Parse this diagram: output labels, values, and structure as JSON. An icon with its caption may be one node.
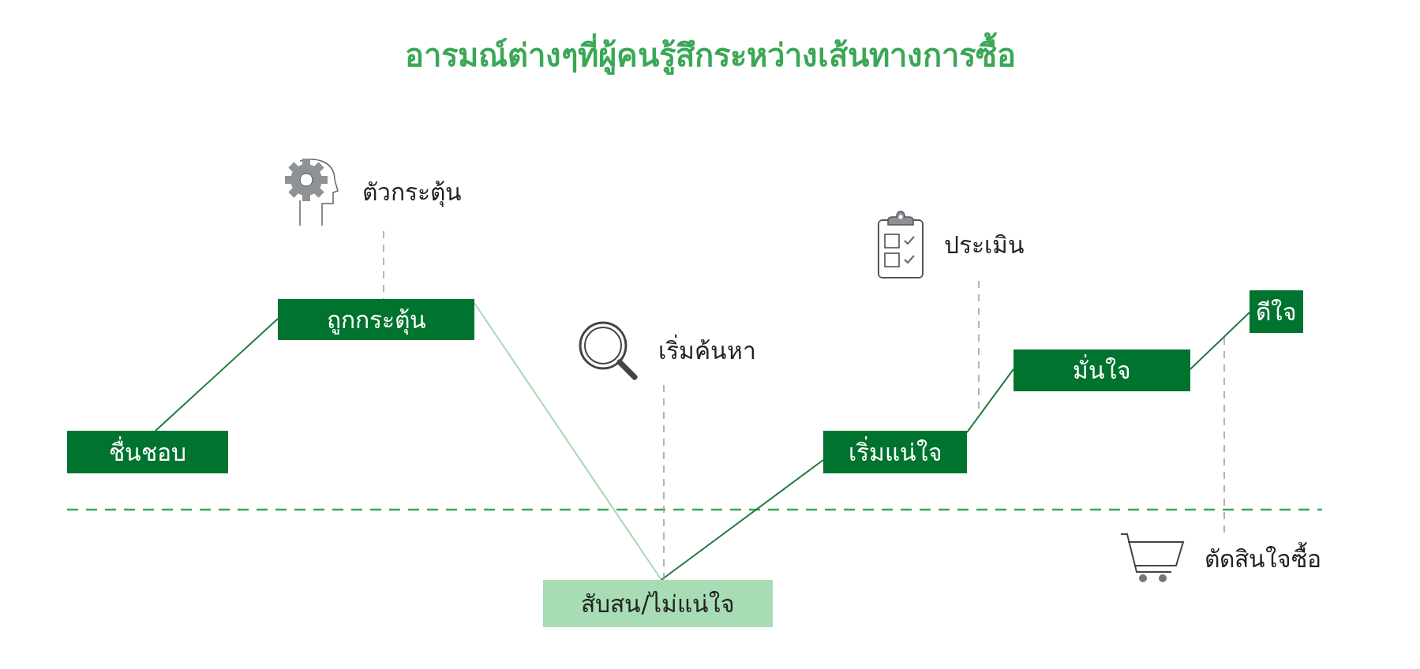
{
  "diagram": {
    "title": "อารมณ์ต่างๆที่ผู้คนรู้สึกระหว่างเส้นทางการซื้อ",
    "nodes": [
      {
        "text": [
          "ชื่นชอบ"
        ]
      },
      {
        "text": [
          "ถูกกระตุ้น"
        ]
      },
      {
        "text": [
          "สับสน/ไม่แน่ใจ"
        ]
      },
      {
        "text": [
          "เริ่มแน่ใจ"
        ]
      },
      {
        "text": [
          "มั่นใจ"
        ]
      },
      {
        "text": [
          "ดีใจ"
        ]
      },
      {
        "text": [
          "ตัวกระตุ้น"
        ]
      },
      {
        "text": [
          "เริ่มค้นหา"
        ]
      },
      {
        "text": [
          "ประเมิน"
        ]
      },
      {
        "text": [
          "ตัดสินใจซื้อ"
        ]
      }
    ],
    "edges": [
      {
        "from": 0,
        "to": 1,
        "arrow": "none"
      },
      {
        "from": 1,
        "to": 2,
        "arrow": "none",
        "color": "#a8d8b4"
      },
      {
        "from": 2,
        "to": 3,
        "arrow": "none"
      },
      {
        "from": 3,
        "to": 4,
        "arrow": "none"
      },
      {
        "from": 4,
        "to": 5,
        "arrow": "none"
      },
      {
        "from": 6,
        "to": 1,
        "arrow": "none",
        "style": "dashed",
        "color": "#9a9a9a"
      },
      {
        "from": 7,
        "to": 2,
        "arrow": "none",
        "style": "dashed",
        "color": "#9a9a9a"
      },
      {
        "from": 8,
        "to": null,
        "arrow": "none",
        "style": "dashed",
        "color": "#9a9a9a"
      },
      {
        "from": 9,
        "to": null,
        "arrow": "none",
        "style": "dashed",
        "color": "#9a9a9a"
      }
    ]
  }
}
